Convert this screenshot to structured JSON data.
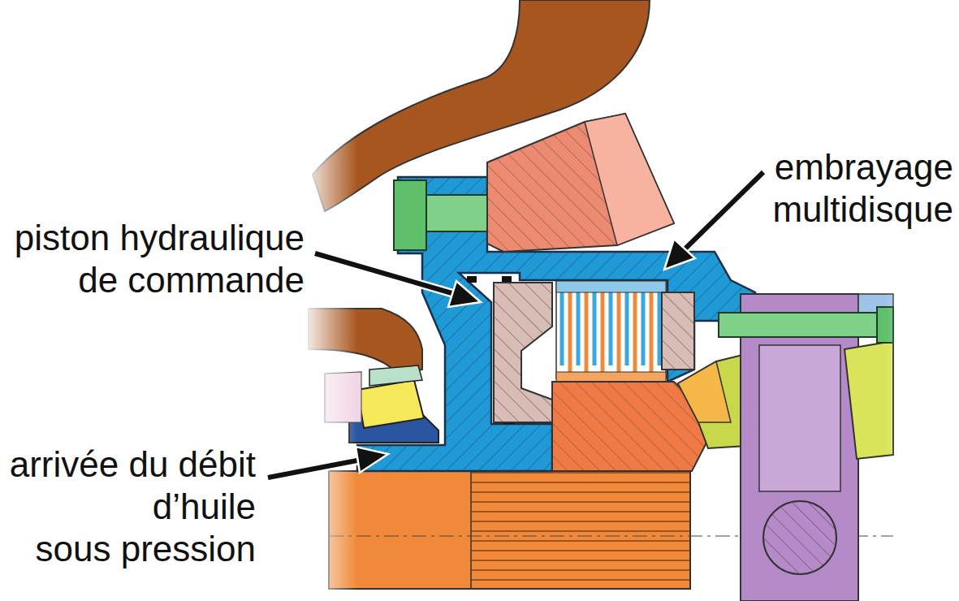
{
  "diagram": {
    "labels": [
      "piston hydraulique de commande",
      "embrayage multidisque",
      "arrivée du débit d’huile sous pression"
    ]
  }
}
